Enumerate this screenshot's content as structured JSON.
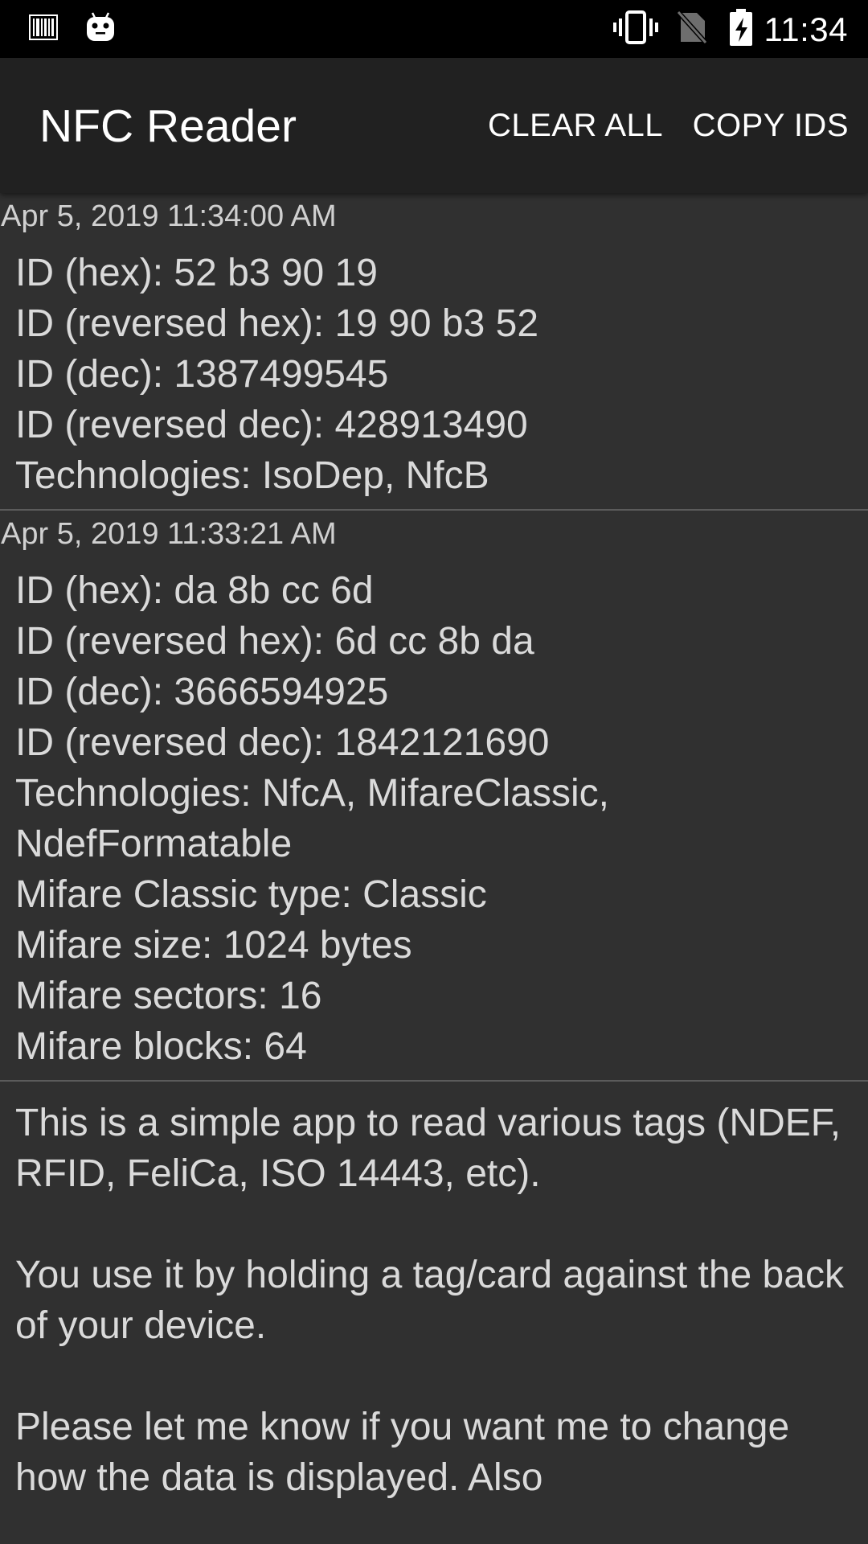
{
  "status_bar": {
    "time": "11:34",
    "icons": [
      "barcode-icon",
      "android-icon",
      "vibrate-icon",
      "no-sim-icon",
      "battery-charging-icon"
    ]
  },
  "app_bar": {
    "title": "NFC Reader",
    "actions": {
      "clear_all": "CLEAR ALL",
      "copy_ids": "COPY IDS"
    }
  },
  "entries": [
    {
      "timestamp": "Apr 5, 2019 11:34:00 AM",
      "lines": [
        "ID (hex): 52 b3 90 19",
        "ID (reversed hex): 19 90 b3 52",
        "ID (dec): 1387499545",
        "ID (reversed dec): 428913490",
        "Technologies: IsoDep, NfcB"
      ]
    },
    {
      "timestamp": "Apr 5, 2019 11:33:21 AM",
      "lines": [
        "ID (hex): da 8b cc 6d",
        "ID (reversed hex): 6d cc 8b da",
        "ID (dec): 3666594925",
        "ID (reversed dec): 1842121690",
        "Technologies: NfcA, MifareClassic,",
        "NdefFormatable",
        "Mifare Classic type: Classic",
        "Mifare size: 1024 bytes",
        "Mifare sectors: 16",
        "Mifare blocks: 64"
      ]
    }
  ],
  "about": {
    "paragraphs": [
      "This is a simple app to read various tags (NDEF, RFID, FeliCa, ISO 14443, etc).",
      "You use it by holding a tag/card against the back of your device.",
      "Please let me know if you want me to change how the data is displayed. Also"
    ]
  },
  "colors": {
    "status_bar": "#000000",
    "app_bar": "#212121",
    "background": "#303030",
    "text": "#dadada",
    "divider": "#5b5b5b"
  }
}
